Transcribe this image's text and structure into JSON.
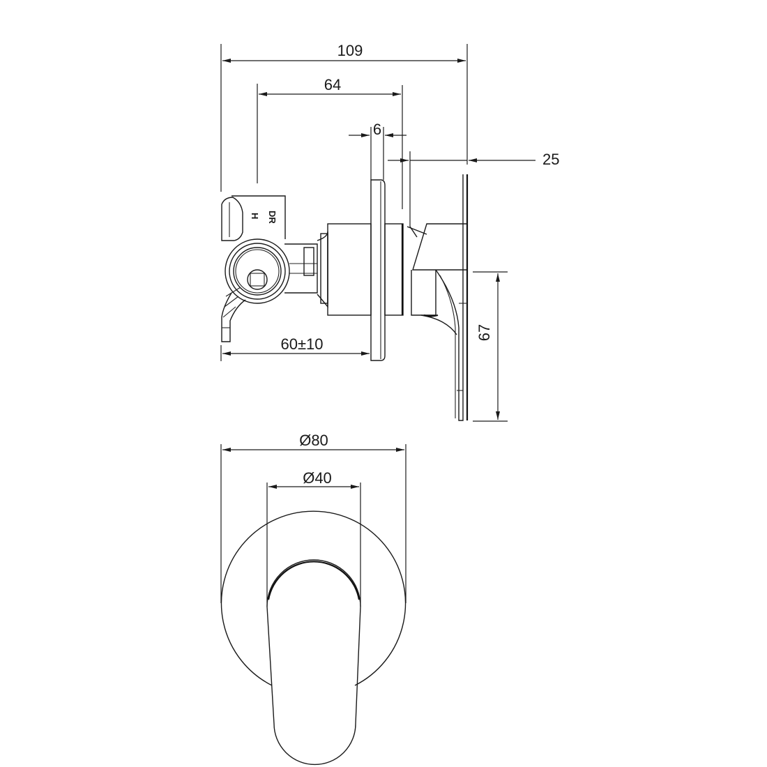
{
  "drawing": {
    "side_view": {
      "dimensions": {
        "overall_depth": "109",
        "body_depth": "64",
        "plate_thickness": "6",
        "wall_gap": "25",
        "install_depth": "60±10",
        "lever_height": "67"
      },
      "body_markings": {
        "hot": "H",
        "dr": "DR"
      }
    },
    "front_view": {
      "dimensions": {
        "plate_diameter": "Ø80",
        "lever_width": "Ø40"
      }
    },
    "colors": {
      "line": "#1a1a1a",
      "background": "#ffffff"
    }
  }
}
